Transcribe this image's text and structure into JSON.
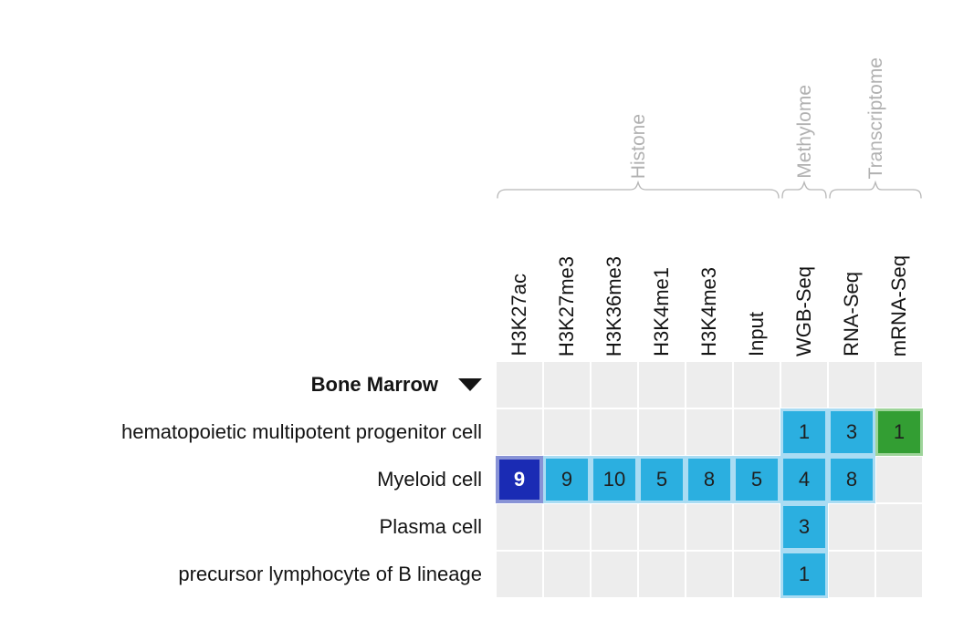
{
  "colors": {
    "cell_empty": "#ededed",
    "cell_blue": "#2bafe0",
    "cell_blue_border": "#aadcf3",
    "cell_selected": "#1a2bb4",
    "cell_selected_border": "#8893d6",
    "cell_green": "#339e33",
    "cell_green_border": "#9ed49a"
  },
  "chart_data": {
    "type": "heatmap",
    "title": "",
    "column_groups": [
      {
        "label": "Histone",
        "columns": [
          "H3K27ac",
          "H3K27me3",
          "H3K36me3",
          "H3K4me1",
          "H3K4me3",
          "Input"
        ]
      },
      {
        "label": "Methylome",
        "columns": [
          "WGB-Seq"
        ]
      },
      {
        "label": "Transcriptome",
        "columns": [
          "RNA-Seq",
          "mRNA-Seq"
        ]
      }
    ],
    "columns": [
      "H3K27ac",
      "H3K27me3",
      "H3K36me3",
      "H3K4me1",
      "H3K4me3",
      "Input",
      "WGB-Seq",
      "RNA-Seq",
      "mRNA-Seq"
    ],
    "rows": [
      "Bone Marrow",
      "hematopoietic multipotent progenitor cell",
      "Myeloid cell",
      "Plasma cell",
      "precursor lymphocyte of B lineage"
    ],
    "expanded_row": "Bone Marrow",
    "matrix": [
      [
        null,
        null,
        null,
        null,
        null,
        null,
        null,
        null,
        null
      ],
      [
        null,
        null,
        null,
        null,
        null,
        null,
        {
          "v": 1,
          "s": "blue"
        },
        {
          "v": 3,
          "s": "blue"
        },
        {
          "v": 1,
          "s": "green"
        }
      ],
      [
        {
          "v": 9,
          "s": "selected"
        },
        {
          "v": 9,
          "s": "blue"
        },
        {
          "v": 10,
          "s": "blue"
        },
        {
          "v": 5,
          "s": "blue"
        },
        {
          "v": 8,
          "s": "blue"
        },
        {
          "v": 5,
          "s": "blue"
        },
        {
          "v": 4,
          "s": "blue"
        },
        {
          "v": 8,
          "s": "blue"
        },
        null
      ],
      [
        null,
        null,
        null,
        null,
        null,
        null,
        {
          "v": 3,
          "s": "blue"
        },
        null,
        null
      ],
      [
        null,
        null,
        null,
        null,
        null,
        null,
        {
          "v": 1,
          "s": "blue"
        },
        null,
        null
      ]
    ]
  }
}
